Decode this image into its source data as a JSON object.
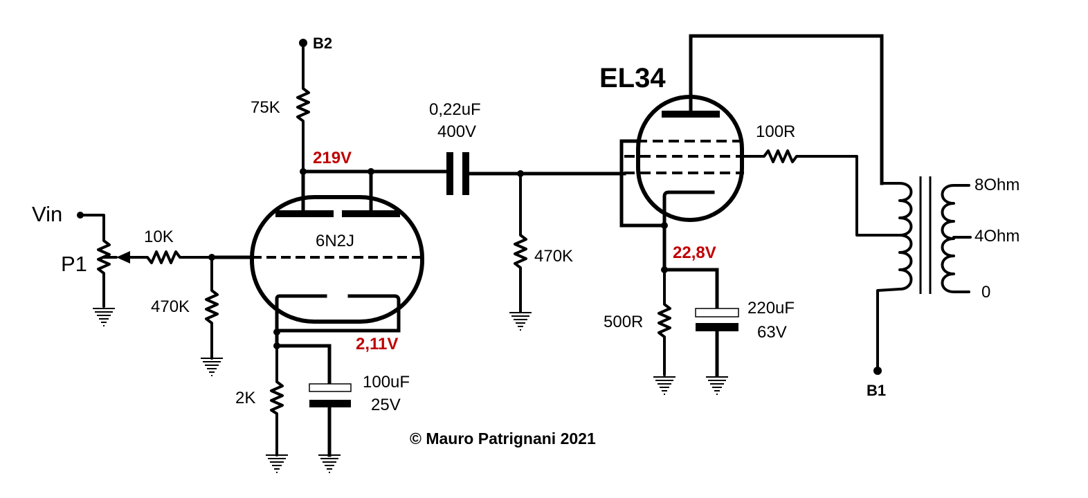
{
  "tubes": {
    "driver": "6N2J",
    "output": "EL34"
  },
  "supply": {
    "b2": "B2",
    "b1": "B1"
  },
  "input": {
    "label": "Vin",
    "pot": "P1"
  },
  "components": {
    "r_plate": "75K",
    "r_grid_stop": "10K",
    "r_grid_leak": "470K",
    "r_cathode": "2K",
    "c_cathode_value": "100uF",
    "c_cathode_voltage": "25V",
    "c_coupling_value": "0,22uF",
    "c_coupling_voltage": "400V",
    "r_output_grid": "470K",
    "r_screen": "100R",
    "r_output_cathode": "500R",
    "c_output_cathode_value": "220uF",
    "c_output_cathode_voltage": "63V"
  },
  "voltages": {
    "driver_plate": "219V",
    "driver_cathode": "2,11V",
    "output_cathode": "22,8V",
    "color": "#c00000"
  },
  "transformer": {
    "tap_8": "8Ohm",
    "tap_4": "4Ohm",
    "tap_0": "0"
  },
  "copyright": "© Mauro Patrignani 2021"
}
